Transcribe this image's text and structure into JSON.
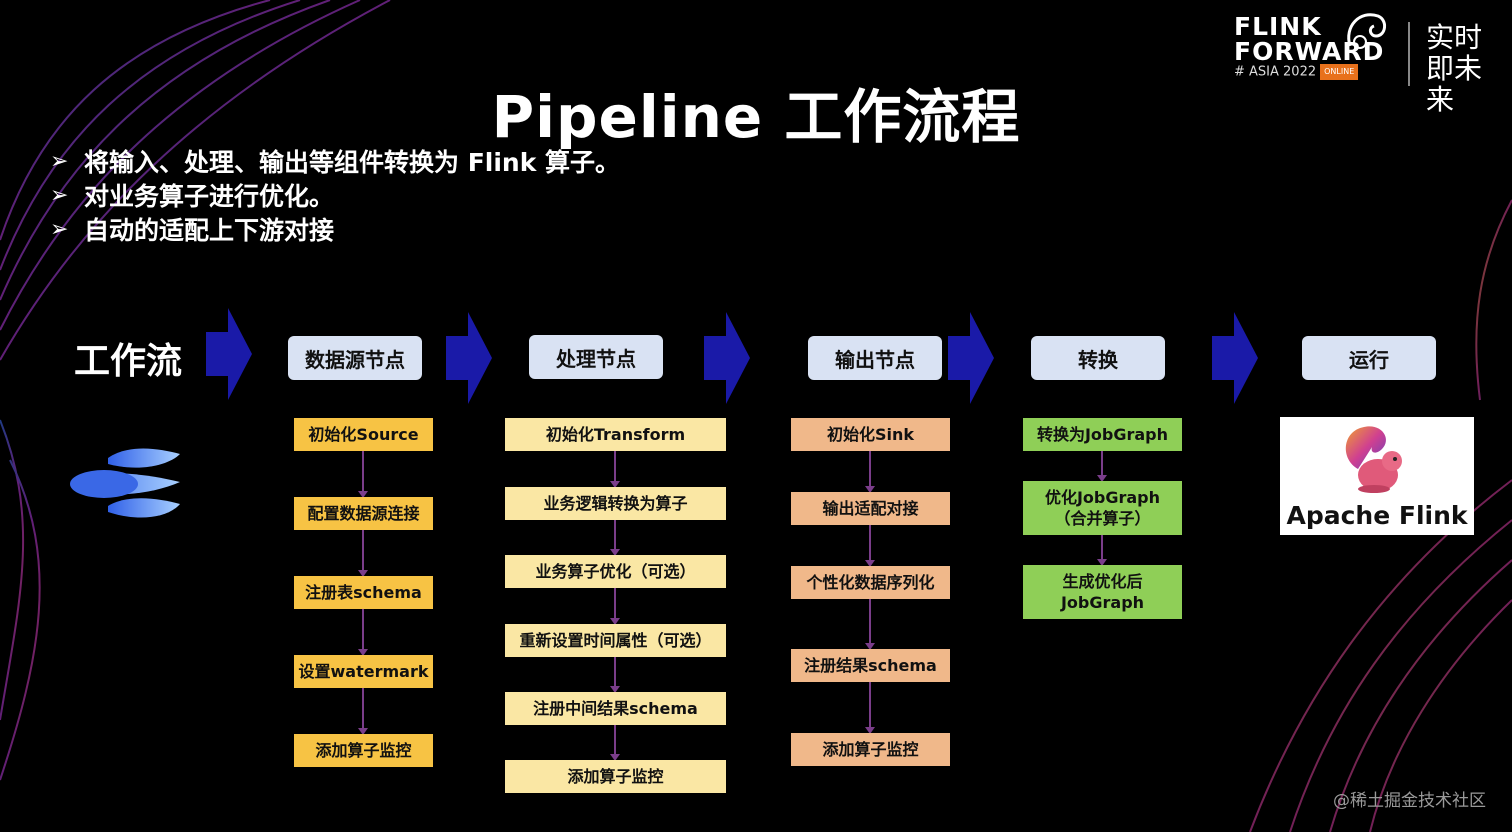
{
  "title": "Pipeline 工作流程",
  "bullets": [
    "将输入、处理、输出等组件转换为 Flink 算子。",
    "对业务算子进行优化。",
    "自动的适配上下游对接"
  ],
  "workflow_label": "工作流",
  "columns": [
    {
      "header": "数据源节点",
      "steps": [
        "初始化Source",
        "配置数据源连接",
        "注册表schema",
        "设置watermark",
        "添加算子监控"
      ]
    },
    {
      "header": "处理节点",
      "steps": [
        "初始化Transform",
        "业务逻辑转换为算子",
        "业务算子优化（可选）",
        "重新设置时间属性（可选）",
        "注册中间结果schema",
        "添加算子监控"
      ]
    },
    {
      "header": "输出节点",
      "steps": [
        "初始化Sink",
        "输出适配对接",
        "个性化数据序列化",
        "注册结果schema",
        "添加算子监控"
      ]
    },
    {
      "header": "转换",
      "steps": [
        "转换为JobGraph",
        "优化JobGraph\n（合并算子）",
        "生成优化后\nJobGraph"
      ]
    },
    {
      "header": "运行",
      "steps": []
    }
  ],
  "flink_card_label": "Apache Flink",
  "logo": {
    "line1": "FLINK",
    "line2": "FORWARD",
    "line3": "# ASIA 2022",
    "badge": "ONLINE",
    "cn_slogan": "实时即未来"
  },
  "watermark": "@稀土掘金技术社区",
  "colors": {
    "source": "#f7c344",
    "process": "#fae7a4",
    "sink": "#f0b88a",
    "convert": "#8fcf57",
    "header": "#d9e2f3",
    "arrow": "#1a1aa8"
  }
}
